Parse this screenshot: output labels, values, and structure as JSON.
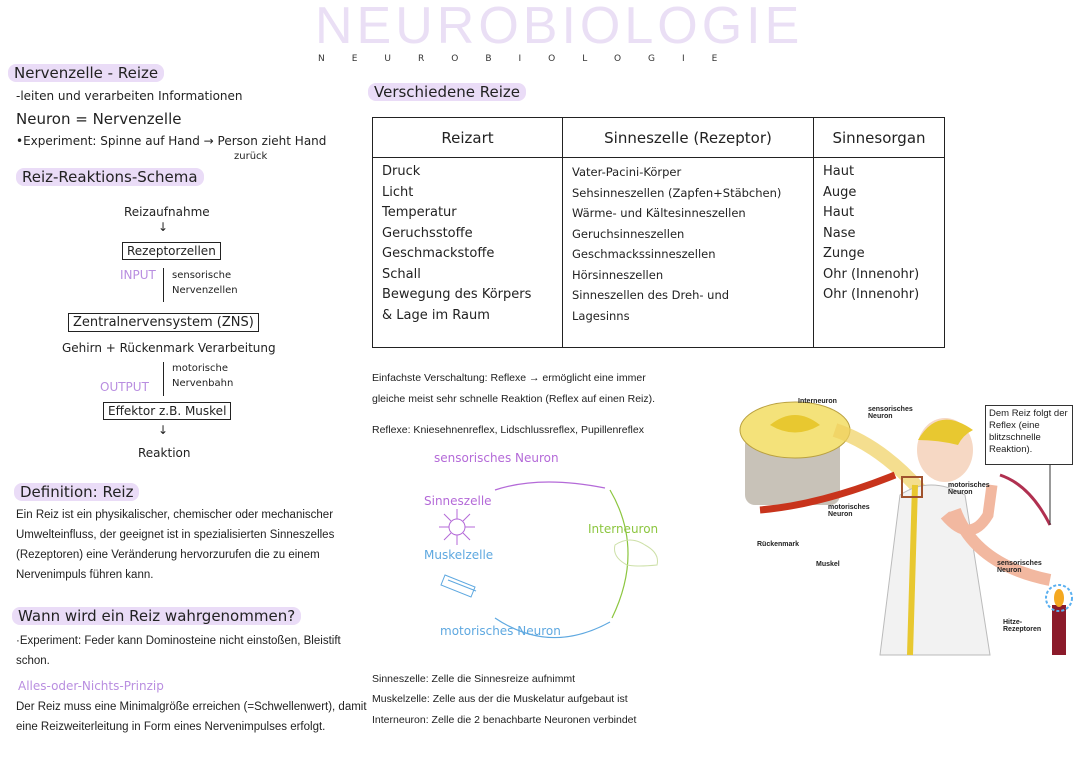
{
  "title": "NEUROBIOLOGIE",
  "title_spaced": "NEUROBIOLOGIE",
  "left": {
    "heading": "Nervenzelle - Reize",
    "line1": "-leiten und verarbeiten Informationen",
    "line2": "Neuron = Nervenzelle",
    "line3": "•Experiment: Spinne auf Hand → Person zieht Hand",
    "line3b": "zurück",
    "schema_heading": "Reiz-Reaktions-Schema",
    "schema": {
      "s1": "Reizaufnahme",
      "s2": "Rezeptorzellen",
      "input": "INPUT",
      "s3a": "sensorische",
      "s3b": "Nervenzellen",
      "s4": "Zentralnervensystem (ZNS)",
      "s5": "Gehirn + Rückenmark Verarbeitung",
      "s6a": "motorische",
      "s6b": "Nervenbahn",
      "output": "OUTPUT",
      "s7": "Effektor z.B. Muskel",
      "s8": "Reaktion",
      "arrow": "↓"
    },
    "def_heading": "Definition: Reiz",
    "def_text": "Ein Reiz ist ein physikalischer, chemischer oder mechanischer Umwelteinfluss, der geeignet ist in spezialisierten Sinneszelles (Rezeptoren) eine Veränderung hervorzurufen die zu einem Nervenimpuls führen kann.",
    "wann_heading": "Wann wird ein Reiz wahrgenommen?",
    "wann_text": "·Experiment: Feder kann Dominosteine nicht einstoßen, Bleistift schon.",
    "prinzip_heading": "Alles-oder-Nichts-Prinzip",
    "prinzip_text": "Der Reiz muss eine Minimalgröße erreichen (=Schwellenwert), damit eine Reizweiterleitung in Form eines Nervenimpulses erfolgt."
  },
  "reize": {
    "heading": "Verschiedene Reize",
    "headers": [
      "Reizart",
      "Sinneszelle (Rezeptor)",
      "Sinnesorgan"
    ],
    "col1": [
      "Druck",
      "Licht",
      "Temperatur",
      "Geruchsstoffe",
      "Geschmackstoffe",
      "Schall",
      "Bewegung des Körpers",
      "& Lage im Raum"
    ],
    "col2": [
      "Vater-Pacini-Körper",
      "Sehsinneszellen (Zapfen+Stäbchen)",
      "Wärme- und Kältesinneszellen",
      "Geruchsinneszellen",
      "Geschmackssinneszellen",
      "Hörsinneszellen",
      "Sinneszellen des Dreh- und",
      "Lagesinns"
    ],
    "col3": [
      "Haut",
      "Auge",
      "Haut",
      "Nase",
      "Zunge",
      "Ohr (Innenohr)",
      "Ohr (Innenohr)"
    ]
  },
  "reflex": {
    "line1": "Einfachste Verschaltung: Reflexe → ermöglicht eine immer",
    "line2": "gleiche meist sehr schnelle Reaktion (Reflex auf einen Reiz).",
    "line3": "Reflexe: Kniesehnenreflex, Lidschlussreflex, Pupillenreflex",
    "cycle": {
      "sensorisch": "sensorisches Neuron",
      "sinneszelle": "Sinneszelle",
      "muskelzelle": "Muskelzelle",
      "interneuron": "Interneuron",
      "motorisch": "motorisches Neuron"
    },
    "defs": [
      "Sinneszelle: Zelle die Sinnesreize aufnimmt",
      "Muskelzelle: Zelle aus der die Muskelatur aufgebaut ist",
      "Interneuron: Zelle die 2 benachbarte Neuronen verbindet"
    ]
  },
  "illustration": {
    "callout": "Dem Reiz folgt der Reflex (eine blitzschnelle Reaktion).",
    "labels": {
      "interneuron": "Interneuron",
      "sens1": "sensorisches Neuron",
      "mot1": "motorisches Neuron",
      "mot2": "motorisches Neuron",
      "rueckenmark": "Rückenmark",
      "muskel": "Muskel",
      "sens2": "sensorisches Neuron",
      "hitze": "Hitze-Rezeptoren"
    }
  }
}
